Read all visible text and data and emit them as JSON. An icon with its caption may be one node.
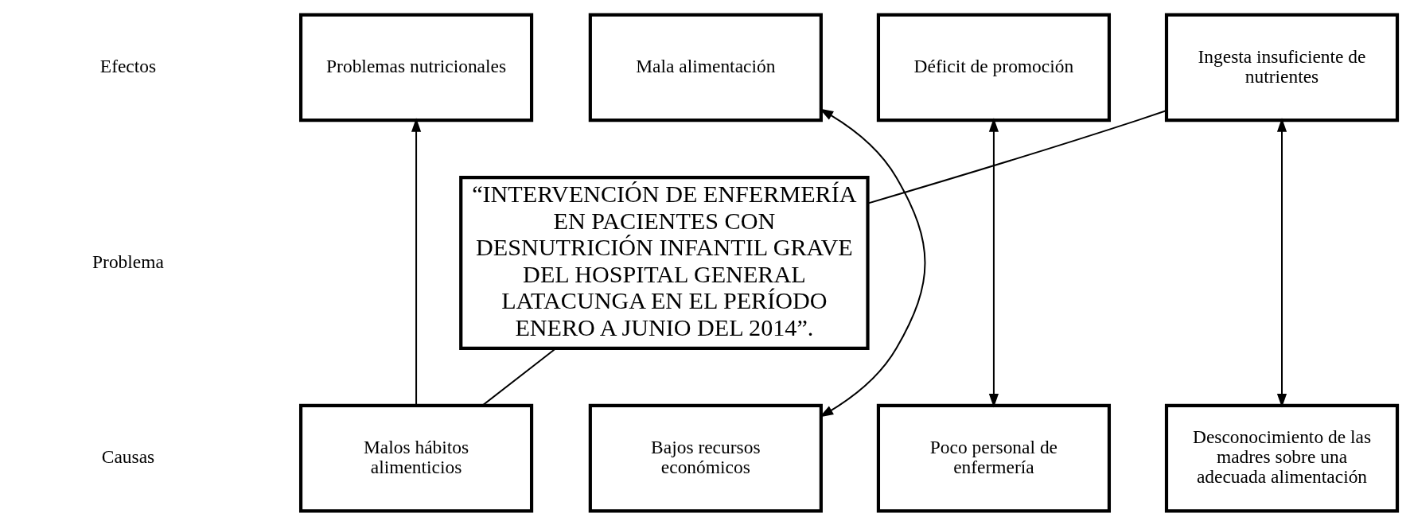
{
  "diagram": {
    "nodes": [
      {
        "text": [
          "Problemas nutricionales"
        ]
      },
      {
        "text": [
          "Mala alimentación"
        ]
      },
      {
        "text": [
          "“INTERVENCIÓN DE ENFERMERÍA EN PACIENTES CON DESNUTRICIÓN INFANTIL GRAVE DEL HOSPITAL GENERAL LATACUNGA EN EL PERÍODO ENERO A JUNIO DEL 2014”."
        ]
      },
      {
        "text": [
          "Déficit de promoción"
        ]
      },
      {
        "text": [
          "Ingesta insuficiente de nutrientes"
        ]
      },
      {
        "text": [
          "Malos hábitos alimenticios"
        ]
      },
      {
        "text": [
          "Bajos recursos económicos"
        ]
      },
      {
        "text": [
          "Poco personal de enfermería"
        ]
      },
      {
        "text": [
          "Desconocimiento de las madres sobre una adecuada alimentación"
        ]
      }
    ],
    "edges": [
      {
        "from": 5,
        "to": 0,
        "arrow": "to"
      },
      {
        "from": 1,
        "to": 6,
        "arrow": "both"
      },
      {
        "from": 3,
        "to": 7,
        "arrow": "both"
      },
      {
        "from": 4,
        "to": 8,
        "arrow": "both"
      },
      {
        "from": 2,
        "to": 5,
        "arrow": "none"
      },
      {
        "from": 2,
        "to": 4,
        "arrow": "none"
      }
    ],
    "labels": [
      "Efectos",
      "Problema",
      "Causas"
    ]
  }
}
